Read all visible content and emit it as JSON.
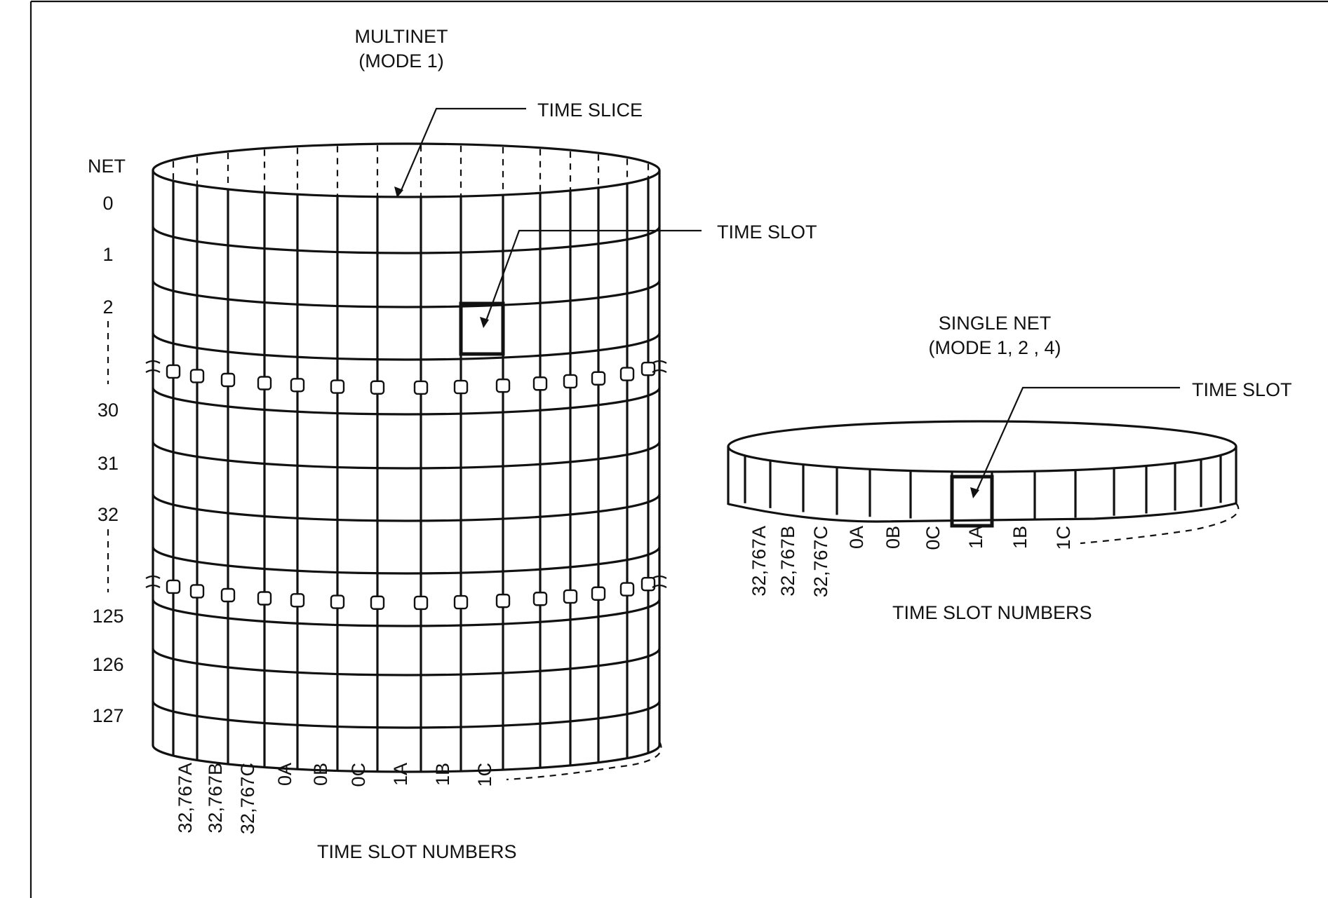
{
  "multinet": {
    "title_line1": "MULTINET",
    "title_line2": "(MODE 1)",
    "time_slice_label": "TIME SLICE",
    "time_slot_label": "TIME SLOT",
    "net_header": "NET",
    "net_numbers": [
      "0",
      "1",
      "2",
      "30",
      "31",
      "32",
      "125",
      "126",
      "127"
    ],
    "slot_numbers": [
      "32,767A",
      "32,767B",
      "32,767C",
      "0A",
      "0B",
      "0C",
      "1A",
      "1B",
      "1C"
    ],
    "axis_label": "TIME SLOT NUMBERS"
  },
  "single_net": {
    "title_line1": "SINGLE NET",
    "title_line2": "(MODE 1, 2 , 4)",
    "time_slot_label": "TIME SLOT",
    "slot_numbers": [
      "32,767A",
      "32,767B",
      "32,767C",
      "0A",
      "0B",
      "0C",
      "1A",
      "1B",
      "1C"
    ],
    "axis_label": "TIME SLOT NUMBERS"
  }
}
